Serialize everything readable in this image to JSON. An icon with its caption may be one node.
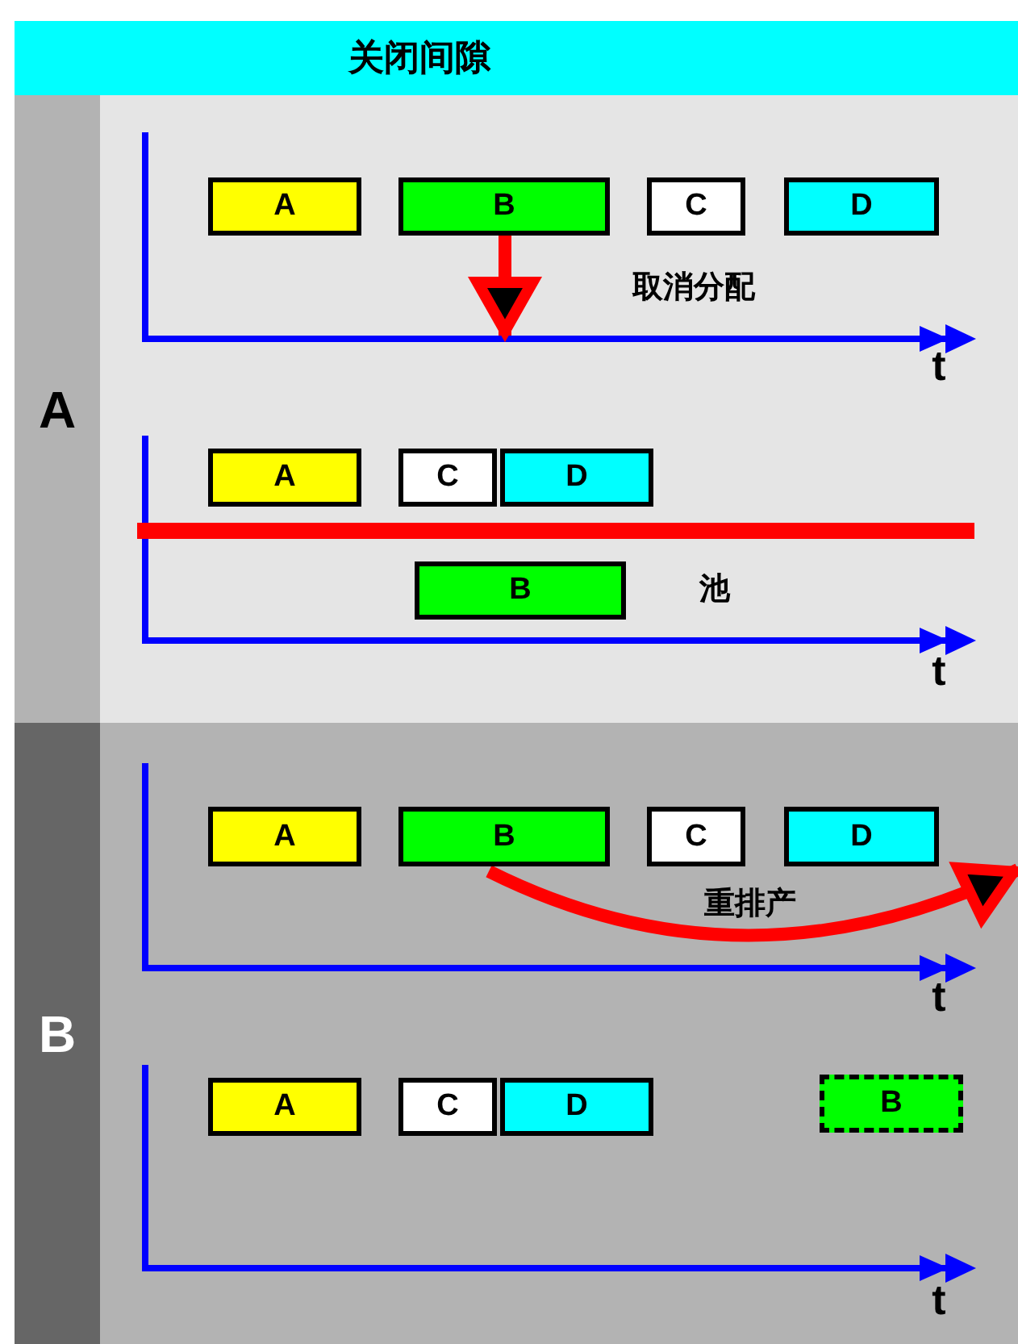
{
  "diagram": {
    "title": "关闭间隙",
    "nodes": [
      {
        "text": [
          "A"
        ]
      },
      {
        "text": [
          "A"
        ],
        "in": 0
      },
      {
        "text": [
          "B"
        ],
        "in": 0
      },
      {
        "text": [
          "C"
        ],
        "in": 0
      },
      {
        "text": [
          "D"
        ],
        "in": 0
      },
      {
        "text": [
          "A"
        ],
        "in": 0
      },
      {
        "text": [
          "C"
        ],
        "in": 0
      },
      {
        "text": [
          "D"
        ],
        "in": 0
      },
      {
        "text": [
          "B"
        ],
        "in": 0
      },
      {
        "text": [
          "B"
        ]
      },
      {
        "text": [
          "A"
        ],
        "in": 9
      },
      {
        "text": [
          "B"
        ],
        "in": 9
      },
      {
        "text": [
          "C"
        ],
        "in": 9
      },
      {
        "text": [
          "D"
        ],
        "in": 9
      },
      {
        "text": [
          "A"
        ],
        "in": 9
      },
      {
        "text": [
          "C"
        ],
        "in": 9
      },
      {
        "text": [
          "D"
        ],
        "in": 9
      },
      {
        "text": [
          "B"
        ],
        "in": 9
      }
    ],
    "edges": [
      {
        "from": 2,
        "to": null,
        "arrow": "to"
      },
      {
        "from": 11,
        "to": null,
        "arrow": "to"
      }
    ],
    "labels": [
      "取消分配",
      "t",
      "池",
      "t",
      "重排产",
      "t",
      "t"
    ]
  }
}
